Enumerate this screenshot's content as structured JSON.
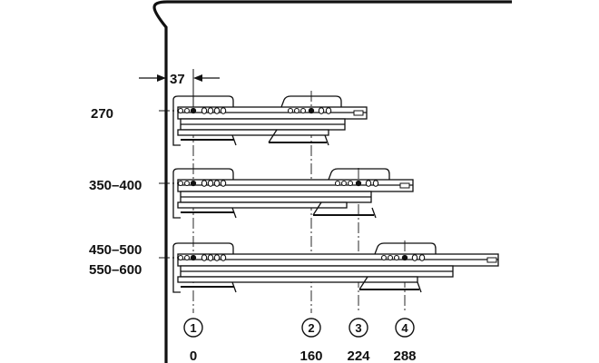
{
  "offset_dimension": "37",
  "row_labels": [
    "270",
    "350–400",
    "450–500",
    "550–600"
  ],
  "callouts": [
    "1",
    "2",
    "3",
    "4"
  ],
  "column_labels": [
    "0",
    "160",
    "224",
    "288"
  ]
}
